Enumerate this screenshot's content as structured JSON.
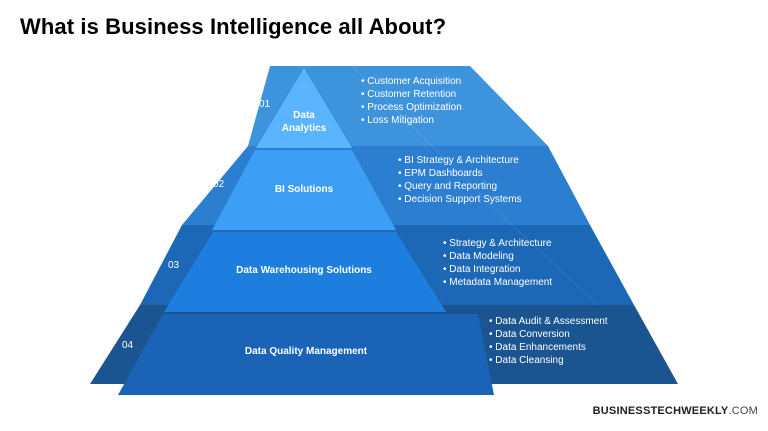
{
  "title": "What is Business Intelligence all About?",
  "colors": {
    "level1_side": "#3e94dc",
    "level1_tri": "#5ab4ff",
    "level2_side": "#2c7ed0",
    "level2_tri": "#3d9ef5",
    "level3_side": "#1d68b6",
    "level3_tri": "#1d7ee0",
    "level4_side": "#1a5592",
    "level4_tri": "#1a63b6",
    "back": "#2f86d6"
  },
  "levels": [
    {
      "number": "01",
      "name_lines": [
        "Data",
        "Analytics"
      ],
      "bullets": [
        "Customer Acquisition",
        "Customer Retention",
        "Process Optimization",
        "Loss Mitigation"
      ]
    },
    {
      "number": "02",
      "name_lines": [
        "BI Solutions"
      ],
      "bullets": [
        "BI Strategy & Architecture",
        "EPM Dashboards",
        "Query and Reporting",
        "Decision Support Systems"
      ]
    },
    {
      "number": "03",
      "name_lines": [
        "Data Warehousing Solutions"
      ],
      "bullets": [
        "Strategy & Architecture",
        "Data Modeling",
        "Data Integration",
        "Metadata Management"
      ]
    },
    {
      "number": "04",
      "name_lines": [
        "Data Quality Management"
      ],
      "bullets": [
        "Data Audit & Assessment",
        "Data Conversion",
        "Data Enhancements",
        "Data Cleansing"
      ]
    }
  ],
  "footer": {
    "brand": "BUSINESSTECHWEEKLY",
    "suffix": ".COM"
  }
}
